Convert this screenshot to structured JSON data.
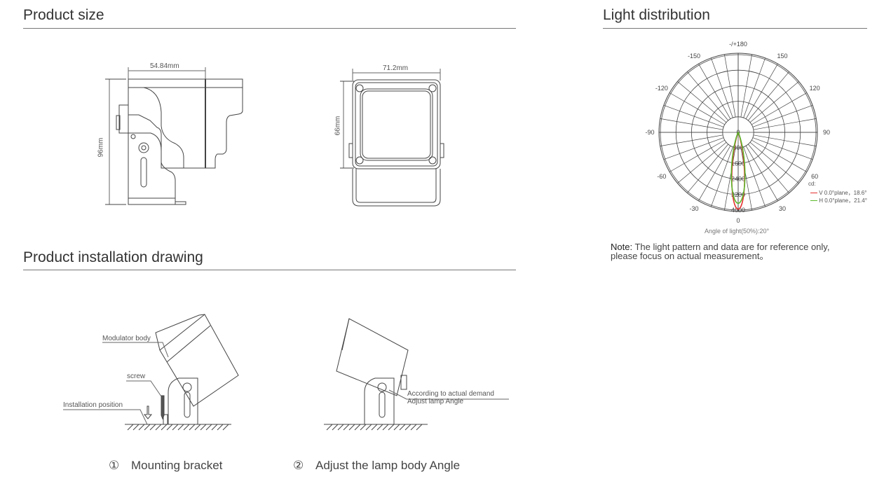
{
  "sections": {
    "product_size": "Product size",
    "installation": "Product installation drawing",
    "light": "Light distribution"
  },
  "dimensions": {
    "side_width": "54.84mm",
    "side_height": "96mm",
    "front_width": "71.2mm",
    "front_height": "66mm"
  },
  "installation": {
    "modulator_body": "Modulator body",
    "screw": "screw",
    "installation_position": "Installation position",
    "demand_line1": "According to actual demand",
    "demand_line2": "Adjust lamp Angle",
    "step1_num": "①",
    "step1": "Mounting bracket",
    "step2_num": "②",
    "step2": "Adjust the lamp body Angle"
  },
  "note": {
    "label": "Note:",
    "text": " The light pattern and data are for reference only,",
    "text2": "please focus on actual measurement。"
  },
  "chart_data": {
    "type": "polar",
    "angle_labels": [
      "-/+180",
      "150",
      "120",
      "90",
      "60",
      "30",
      "0",
      "-30",
      "-60",
      "-90",
      "-120",
      "-150"
    ],
    "radial_ticks": [
      "0",
      "800",
      "1600",
      "2400",
      "3200",
      "4000"
    ],
    "rmax": 4000,
    "unit": "cd:",
    "xlabel": "Angle of light(50%):20°",
    "series": [
      {
        "name": "V 0.0°plane，18.6°",
        "color": "#e53030",
        "peak": 3950,
        "half_angle": 9.3
      },
      {
        "name": "H 0.0°plane，21.4°",
        "color": "#5cb82c",
        "peak": 3650,
        "half_angle": 10.7
      }
    ]
  }
}
